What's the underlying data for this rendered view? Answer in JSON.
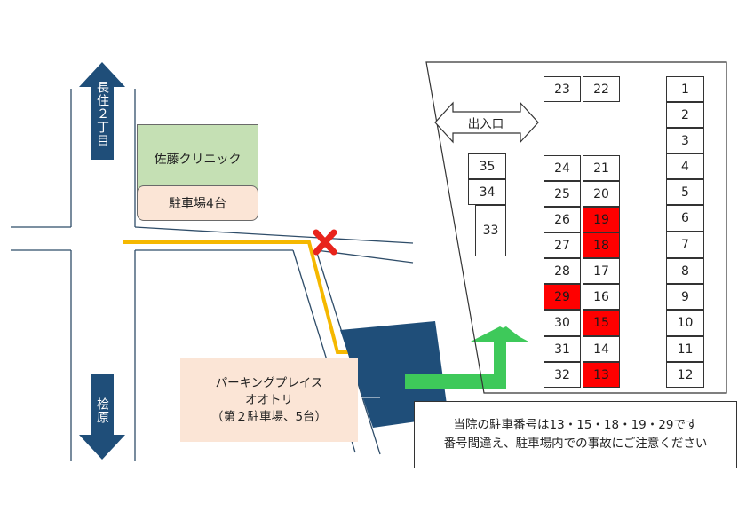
{
  "colors": {
    "road_line": "#2f4d69",
    "direction_arrow": "#1f4e79",
    "route_arrow": "#f5b800",
    "blocked_mark": "#e8241c",
    "second_lot_building": "#1f4e79",
    "guide_arrow": "#3ec95a",
    "clinic_fill": "#c5e0b4",
    "lot_label_fill": "#fbe5d6",
    "reserved_slot": "#ff0000"
  },
  "directions": {
    "north": {
      "label": "長住２丁目",
      "icon": "up-arrow-icon"
    },
    "south": {
      "label": "桧原",
      "icon": "down-arrow-icon"
    }
  },
  "clinic": {
    "name": "佐藤クリニック",
    "parking_label": "駐車場4台"
  },
  "route": {
    "icon": "route-arrow-icon",
    "blocked_icon": "x-mark-icon"
  },
  "second_lot": {
    "name_line1": "パーキングプレイス",
    "name_line2": "オオトリ",
    "detail": "（第２駐車場、5台）"
  },
  "lot_map": {
    "entrance_label": "出入口",
    "reserved_slots": [
      "13",
      "15",
      "18",
      "19",
      "29"
    ],
    "slots": [
      {
        "id": "s23",
        "label": "23"
      },
      {
        "id": "s22",
        "label": "22"
      },
      {
        "id": "s1",
        "label": "1"
      },
      {
        "id": "s2",
        "label": "2"
      },
      {
        "id": "s3",
        "label": "3"
      },
      {
        "id": "s4",
        "label": "4"
      },
      {
        "id": "s5",
        "label": "5"
      },
      {
        "id": "s6",
        "label": "6"
      },
      {
        "id": "s7",
        "label": "7"
      },
      {
        "id": "s8",
        "label": "8"
      },
      {
        "id": "s9",
        "label": "9"
      },
      {
        "id": "s10",
        "label": "10"
      },
      {
        "id": "s11",
        "label": "11"
      },
      {
        "id": "s12",
        "label": "12"
      },
      {
        "id": "s35",
        "label": "35"
      },
      {
        "id": "s34",
        "label": "34"
      },
      {
        "id": "s33",
        "label": "33"
      },
      {
        "id": "s24",
        "label": "24"
      },
      {
        "id": "s21",
        "label": "21"
      },
      {
        "id": "s25",
        "label": "25"
      },
      {
        "id": "s20",
        "label": "20"
      },
      {
        "id": "s26",
        "label": "26"
      },
      {
        "id": "s19",
        "label": "19"
      },
      {
        "id": "s27",
        "label": "27"
      },
      {
        "id": "s18",
        "label": "18"
      },
      {
        "id": "s28",
        "label": "28"
      },
      {
        "id": "s17",
        "label": "17"
      },
      {
        "id": "s29",
        "label": "29"
      },
      {
        "id": "s16",
        "label": "16"
      },
      {
        "id": "s30",
        "label": "30"
      },
      {
        "id": "s15",
        "label": "15"
      },
      {
        "id": "s31",
        "label": "31"
      },
      {
        "id": "s14",
        "label": "14"
      },
      {
        "id": "s32",
        "label": "32"
      },
      {
        "id": "s13",
        "label": "13"
      }
    ]
  },
  "notice": {
    "line1": "当院の駐車番号は13・15・18・19・29です",
    "line2": "番号間違え、駐車場内での事故にご注意ください"
  }
}
